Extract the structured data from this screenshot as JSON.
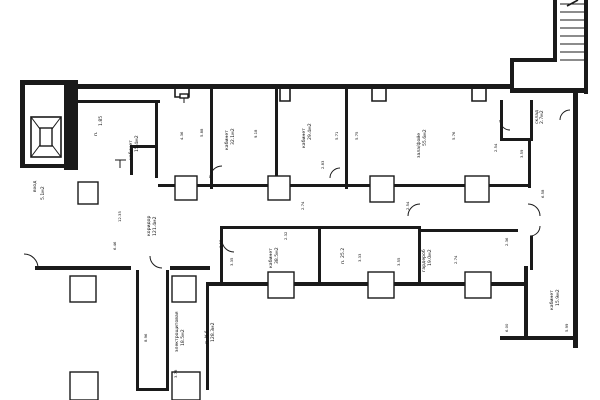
{
  "rooms": {
    "hall": {
      "name": "п.",
      "area": "1.85"
    },
    "office_left": {
      "name": "кабинет",
      "area": "15.4м2"
    },
    "office_big": {
      "name": "кабинет",
      "area": "32.1м2"
    },
    "office_mid": {
      "name": "кабинет",
      "area": "29.4м2"
    },
    "hall_room": {
      "name": "зала/фойе",
      "area": "55.6м2"
    },
    "small_room": {
      "name": "склад",
      "area": "2.7м2"
    },
    "corridor": {
      "name": "коридор",
      "area": "121.4м2"
    },
    "room_bottom_1": {
      "name": "кабинет",
      "area": "38.5м2"
    },
    "room_bottom_2": {
      "name": "п.",
      "area": "25.2"
    },
    "room_bottom_3": {
      "name": "гардероб",
      "area": "19.0м2"
    },
    "room_bottom_left": {
      "name": "электрощитовая",
      "area": "18.5м2"
    },
    "room_bottom_right": {
      "name": "кабинет",
      "area": "15.9м2"
    },
    "entrance": {
      "name": "вход",
      "area": "5.1м2"
    },
    "room_6": {
      "name": "п. №6",
      "area": "128.3м2"
    }
  },
  "dimensions": [
    "5.88",
    "4.36",
    "9.18",
    "5.75",
    "5.71",
    "5.76",
    "2.54",
    "3.59",
    "6.46",
    "12.35",
    "2.74",
    "2.83",
    "2.54",
    "3.33",
    "3.55",
    "2.74",
    "6.00",
    "5.99",
    "8.96",
    "3.78",
    "3.35",
    "6.58",
    "2.36",
    "3.18",
    "2.32"
  ]
}
